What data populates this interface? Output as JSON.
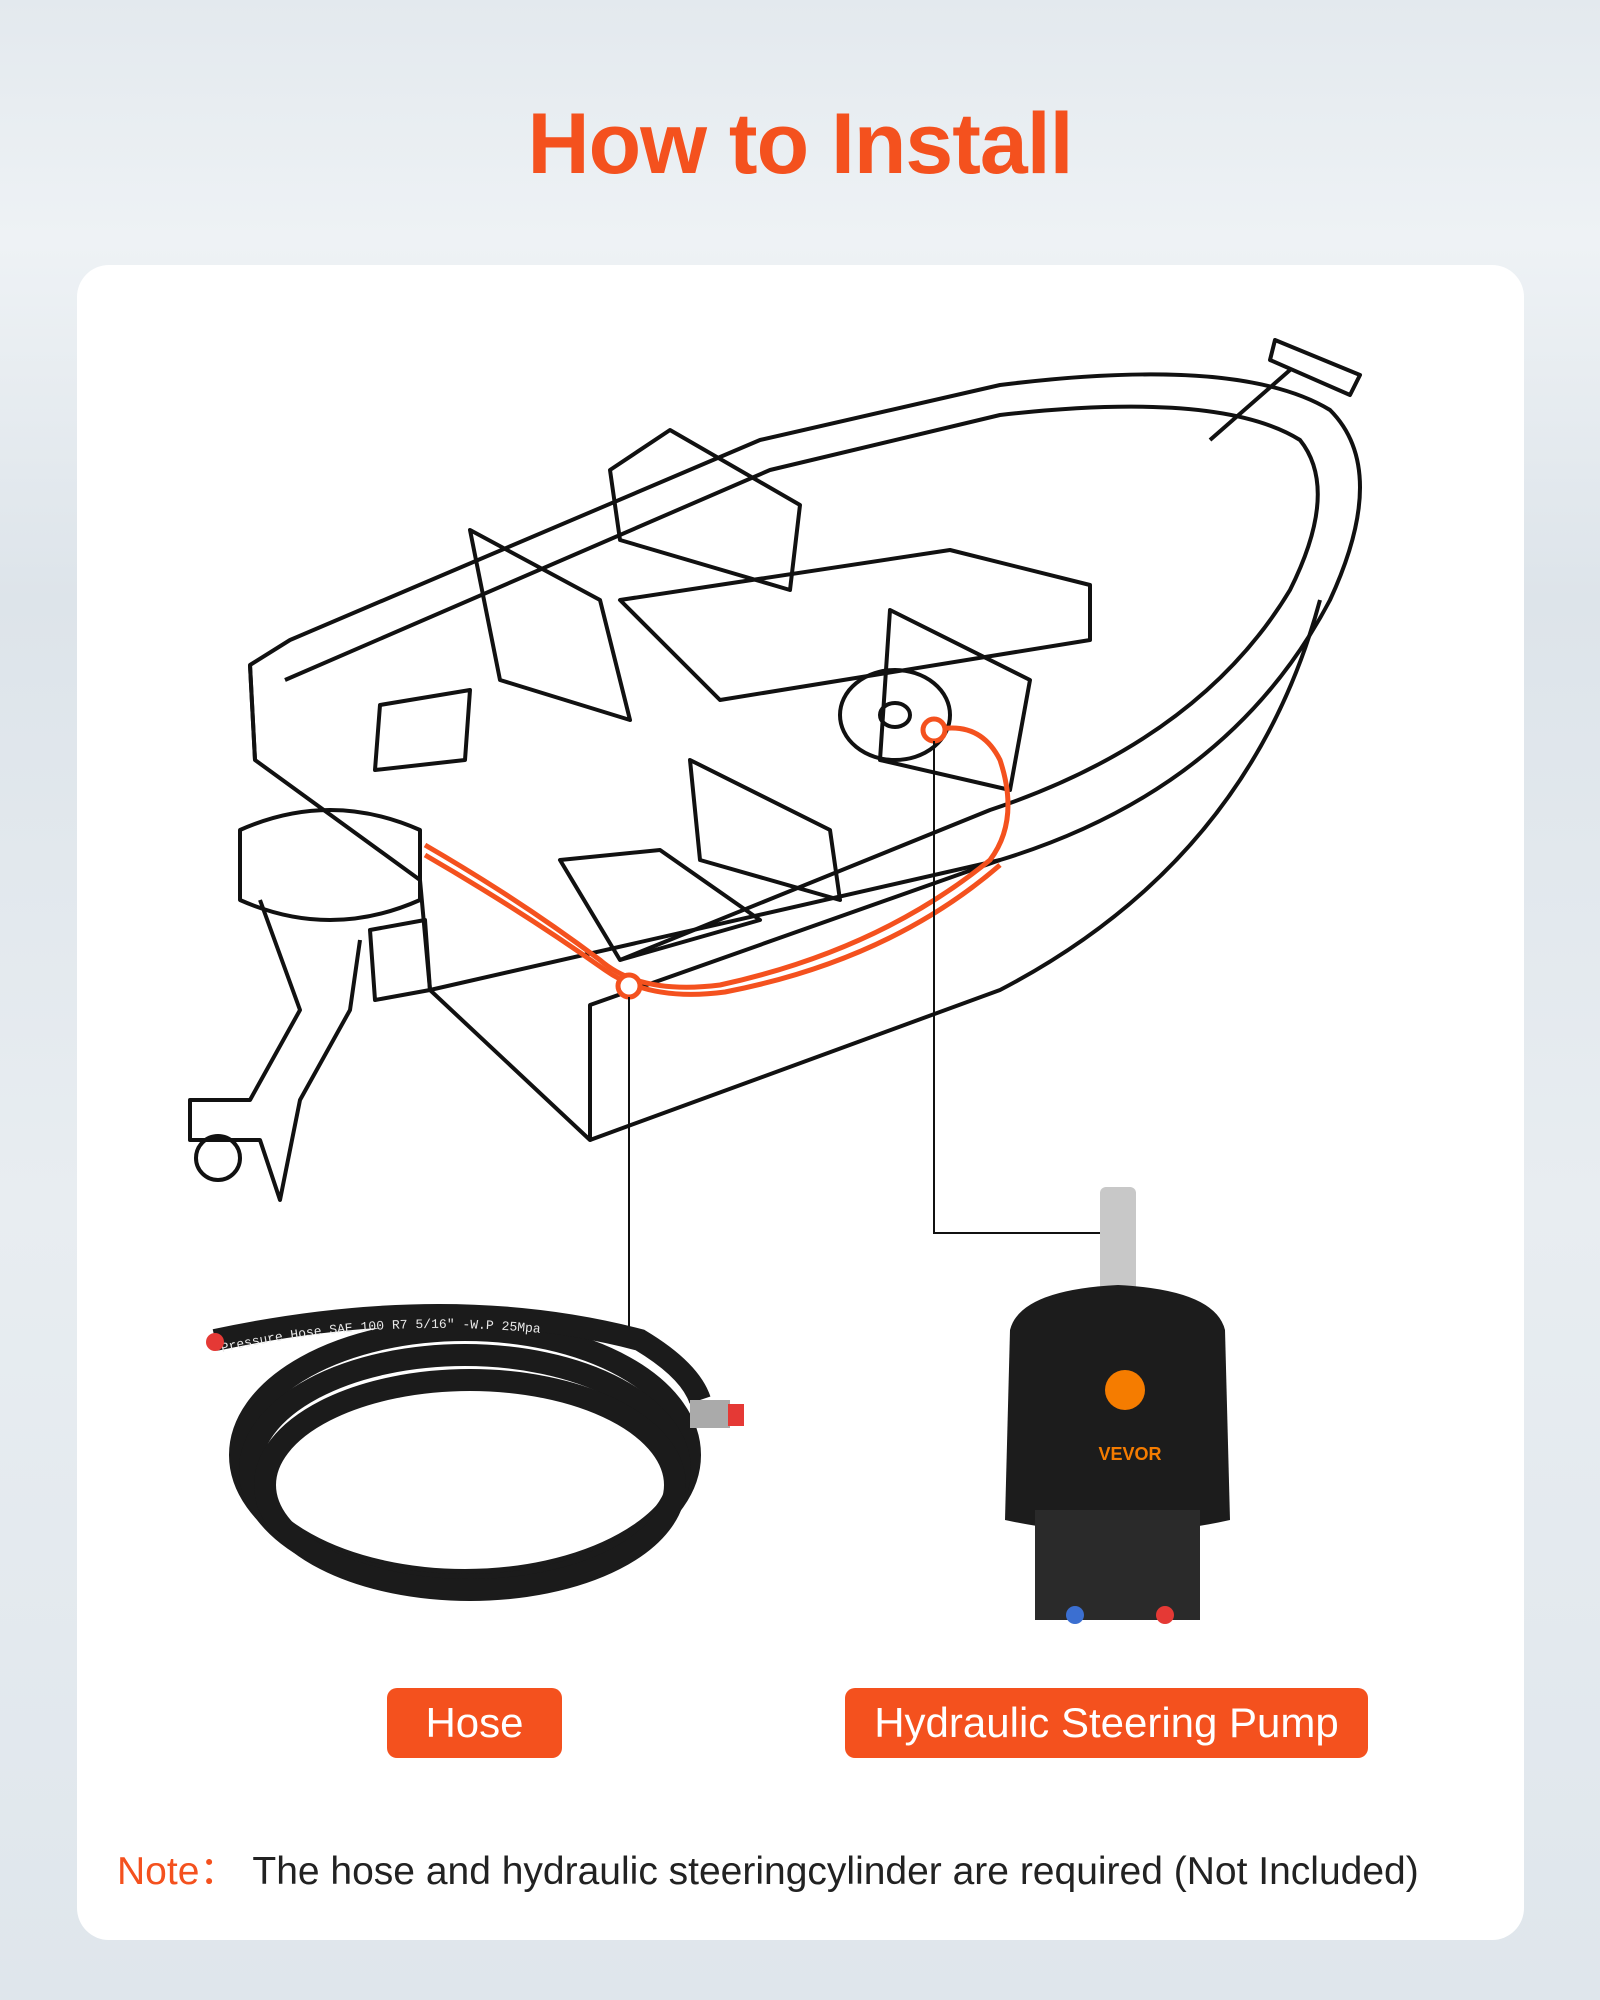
{
  "title": "How to Install",
  "labels": {
    "hose": "Hose",
    "pump": "Hydraulic Steering Pump"
  },
  "note": {
    "label": "Note：",
    "text": "The hose and  hydraulic steeringcylinder are required (Not Included)"
  },
  "product_imprints": {
    "hose": "Pressure Hose SAE 100 R7 5/16\" -W.P 25Mpa",
    "pump_brand": "VEVOR"
  },
  "colors": {
    "accent": "#f4511e",
    "line": "#111111",
    "background": "#e6ecf0"
  }
}
